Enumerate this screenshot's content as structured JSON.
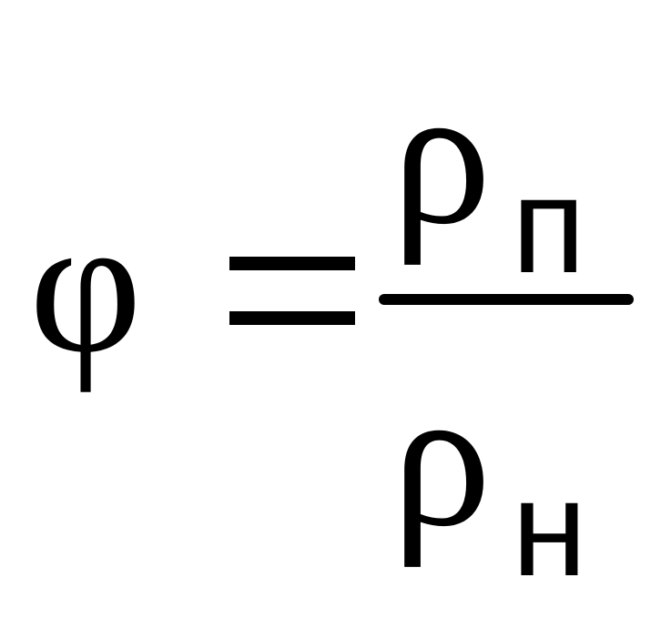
{
  "formula": {
    "lhs": "φ",
    "numerator": {
      "symbol": "ρ",
      "subscript": "п"
    },
    "denominator": {
      "symbol": "ρ",
      "subscript": "н"
    }
  }
}
